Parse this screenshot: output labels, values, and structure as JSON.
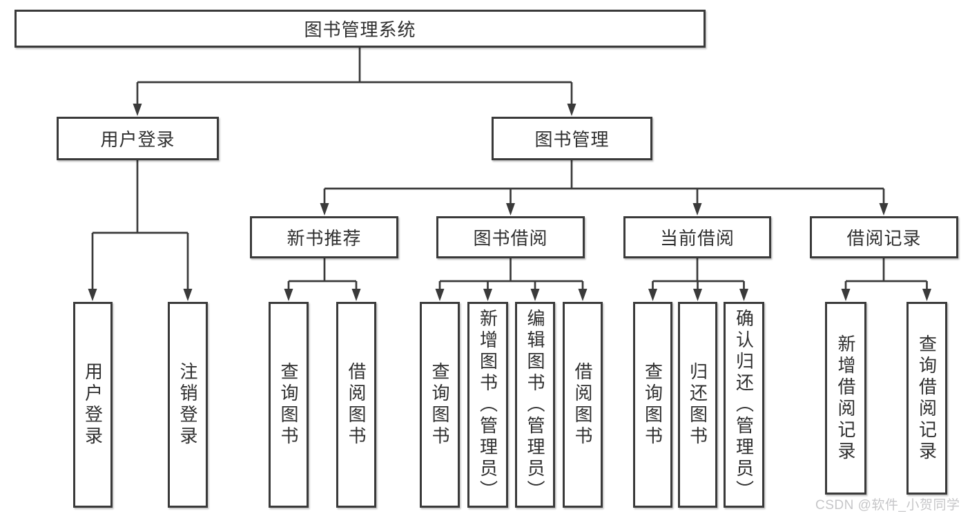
{
  "diagram": {
    "type": "hierarchy-tree",
    "orientation": "top-down"
  },
  "tree": {
    "root": "图书管理系统",
    "level2": {
      "user_login": "用户登录",
      "book_management": "图书管理"
    },
    "level3": {
      "new_book_recommend": "新书推荐",
      "book_borrow": "图书借阅",
      "current_borrow": "当前借阅",
      "borrow_records": "借阅记录"
    },
    "leaves": {
      "user_login": [
        "用户登录",
        "注销登录"
      ],
      "new_book_recommend": [
        "查询图书",
        "借阅图书"
      ],
      "book_borrow": [
        "查询图书",
        "新增图书（管理员）",
        "编辑图书（管理员）",
        "借阅图书"
      ],
      "current_borrow": [
        "查询图书",
        "归还图书",
        "确认归还（管理员）"
      ],
      "borrow_records": [
        "新增借阅记录",
        "查询借阅记录"
      ]
    }
  },
  "colors": {
    "background": "#ffffff",
    "line": "#3a3a3a",
    "box_border": "#3a3a3a",
    "text": "#2f2f2f",
    "watermark": "#c6c6c8"
  },
  "watermark": {
    "text": "CSDN @软件_小贺同学"
  }
}
